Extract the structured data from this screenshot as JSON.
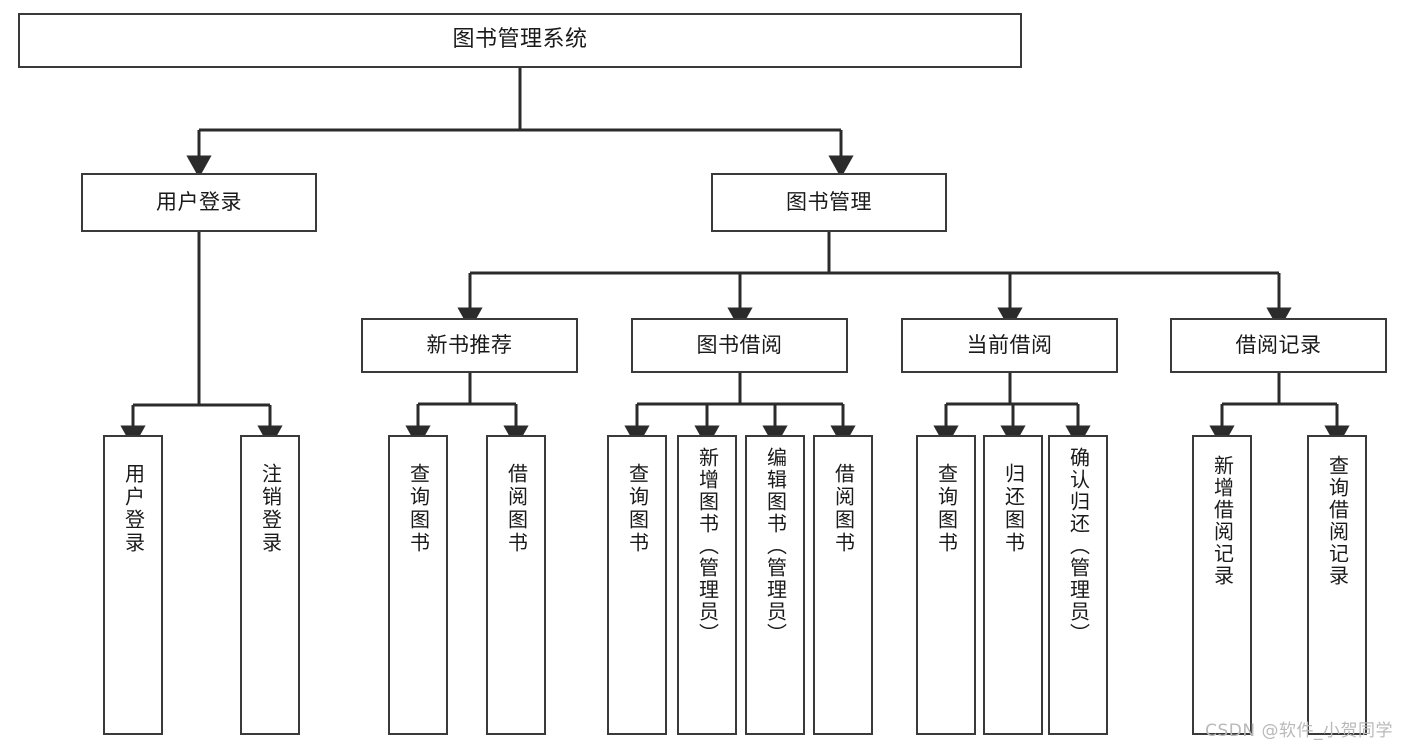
{
  "diagram": {
    "type": "tree",
    "title": "图书管理系统",
    "orientation": "top-down",
    "colors": {
      "box_border": "#3a3a3a",
      "box_fill": "#ffffff",
      "edge": "#2b2b2b",
      "text": "#1a1a1a",
      "watermark": "#b9b9b9"
    }
  },
  "nodes": {
    "root": {
      "label": "图书管理系统"
    },
    "level2": [
      {
        "label": "用户登录"
      },
      {
        "label": "图书管理"
      }
    ],
    "level3": [
      {
        "label": "新书推荐"
      },
      {
        "label": "图书借阅"
      },
      {
        "label": "当前借阅"
      },
      {
        "label": "借阅记录"
      }
    ],
    "leaves": {
      "user_login": [
        {
          "label": "用户登录"
        },
        {
          "label": "注销登录"
        }
      ],
      "new_book_recommend": [
        {
          "label": "查询图书"
        },
        {
          "label": "借阅图书"
        }
      ],
      "book_borrow": [
        {
          "label": "查询图书"
        },
        {
          "label": "新增图书（管理员）"
        },
        {
          "label": "编辑图书（管理员）"
        },
        {
          "label": "借阅图书"
        }
      ],
      "current_borrow": [
        {
          "label": "查询图书"
        },
        {
          "label": "归还图书"
        },
        {
          "label": "确认归还（管理员）"
        }
      ],
      "borrow_record": [
        {
          "label": "新增借阅记录"
        },
        {
          "label": "查询借阅记录"
        }
      ]
    }
  },
  "watermark": {
    "text": "CSDN @软件_小贺同学"
  }
}
